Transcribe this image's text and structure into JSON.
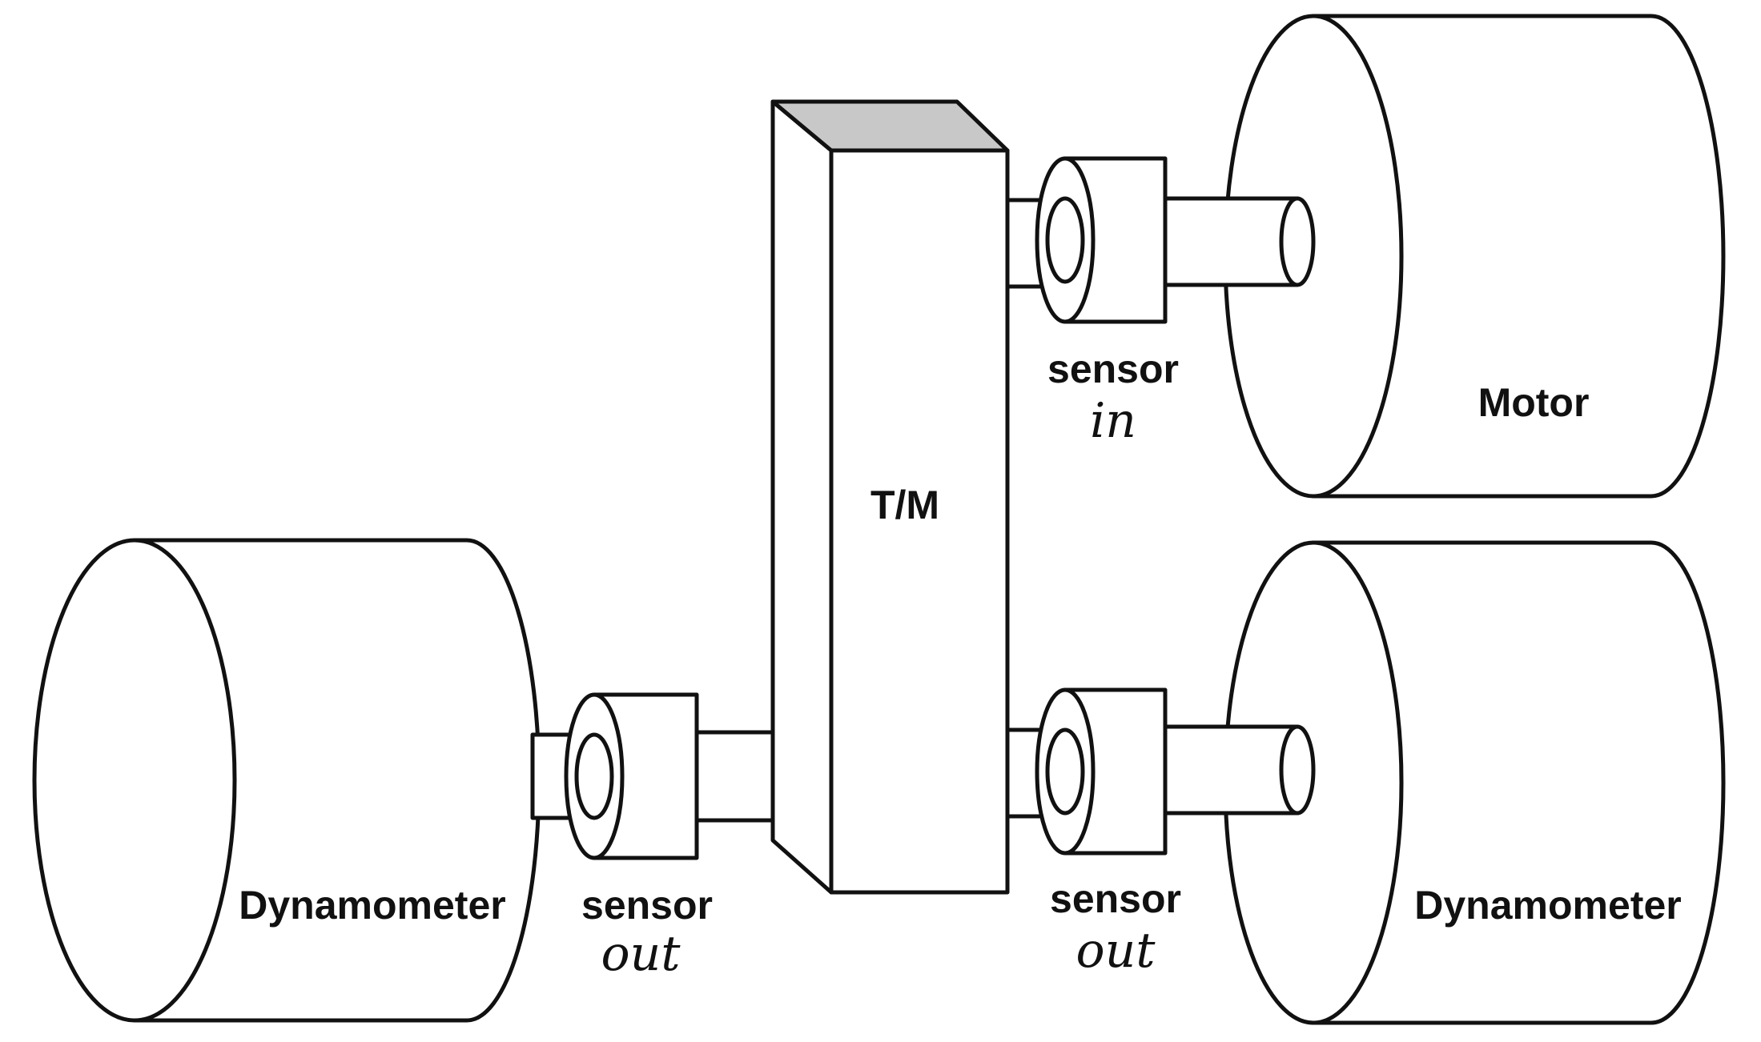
{
  "components": {
    "motor_label": "Motor",
    "tm_label": "T/M",
    "dyno_left_label": "Dynamometer",
    "dyno_right_label": "Dynamometer"
  },
  "sensors": {
    "in": {
      "label": "sensor",
      "sub": "in"
    },
    "out_left": {
      "label": "sensor",
      "sub": "out"
    },
    "out_right": {
      "label": "sensor",
      "sub": "out"
    }
  },
  "colors": {
    "stroke": "#111111",
    "tm_top_face": "#c8c8c8",
    "background": "#ffffff"
  }
}
